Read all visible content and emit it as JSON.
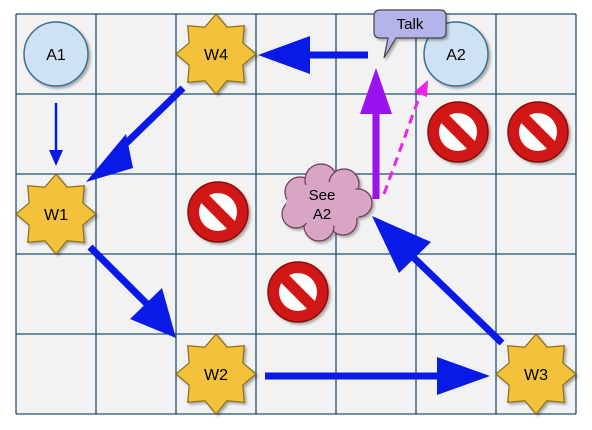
{
  "grid": {
    "cols": 7,
    "rows": 5,
    "cell_color": "#f2f2f2",
    "line_color": "#1f4f7a"
  },
  "agents": [
    {
      "id": "A1",
      "label": "A1",
      "col": 0,
      "row": 0
    },
    {
      "id": "A2",
      "label": "A2",
      "col": 5,
      "row": 0
    }
  ],
  "waypoints": [
    {
      "id": "W4",
      "label": "W4",
      "col": 2,
      "row": 0
    },
    {
      "id": "W1",
      "label": "W1",
      "col": 0,
      "row": 2
    },
    {
      "id": "W2",
      "label": "W2",
      "col": 2,
      "row": 4
    },
    {
      "id": "W3",
      "label": "W3",
      "col": 6,
      "row": 4
    }
  ],
  "obstacles": [
    {
      "col": 5,
      "row": 1
    },
    {
      "col": 6,
      "row": 1
    },
    {
      "col": 2,
      "row": 2
    },
    {
      "col": 3,
      "row": 3
    }
  ],
  "callouts": {
    "talk": "Talk",
    "see_line1": "See",
    "see_line2": "A2"
  },
  "colors": {
    "agent_fill": "#cfe2f3",
    "agent_stroke": "#3d6d94",
    "waypoint_fill": "#f3c13a",
    "waypoint_stroke": "#8a6d14",
    "arrow_blue": "#0a1ae6",
    "arrow_purple": "#9a12f0",
    "arrow_magenta": "#ee22ee",
    "no_red": "#d11616",
    "no_dark": "#8a0e0e",
    "talk_fill": "#b4b4ea",
    "cloud_fill": "#d9a5c4"
  },
  "path": [
    "A1",
    "W1",
    "W2",
    "W3",
    "See A2",
    "Talk",
    "W4",
    "W1"
  ]
}
